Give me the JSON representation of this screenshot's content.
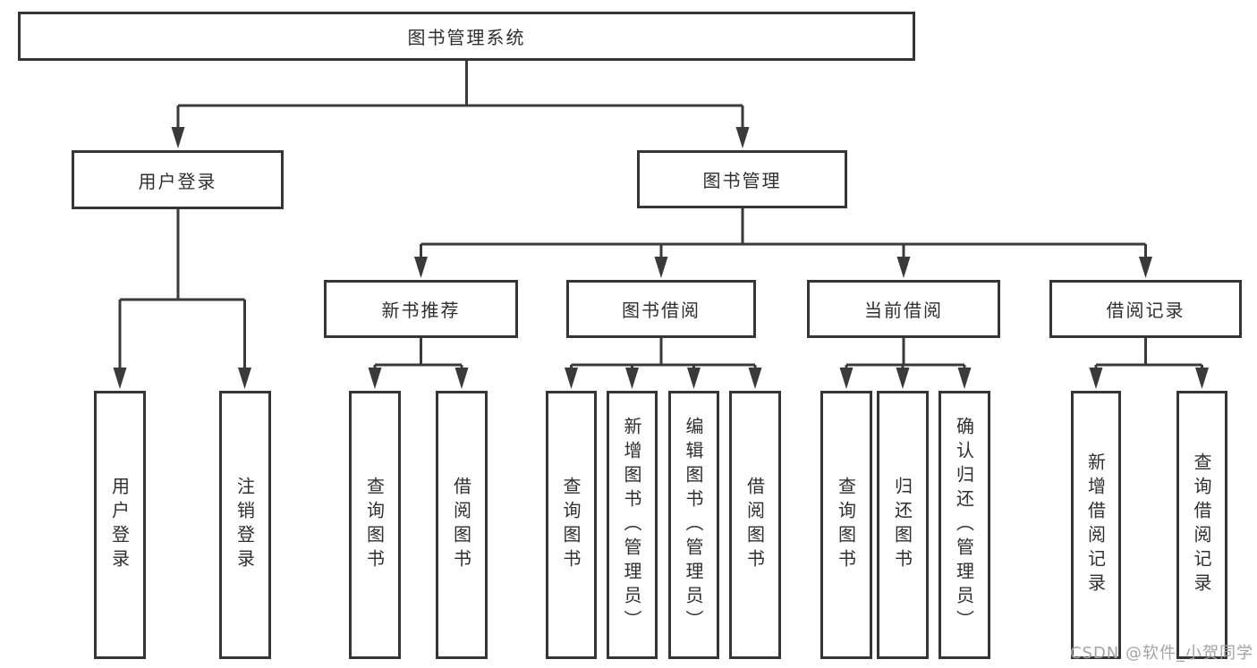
{
  "colors": {
    "line": "#3a3a3a",
    "box_border": "#353535",
    "box_fill": "#ffffff",
    "text": "#2f2f2f",
    "watermark_text": "#a3a3a3"
  },
  "diagram": {
    "root": "图书管理系统",
    "level2": {
      "user_login": "用户登录",
      "book_management": "图书管理"
    },
    "level3": {
      "new_book_recommend": "新书推荐",
      "book_borrowing": "图书借阅",
      "current_borrowing": "当前借阅",
      "borrowing_records": "借阅记录"
    },
    "leaves": {
      "user_login": "用户登录",
      "logout_login": "注销登录",
      "query_books_recommend": "查询图书",
      "borrow_books_recommend": "借阅图书",
      "query_books_borrowing": "查询图书",
      "add_books_admin": "新增图书（管理员）",
      "edit_books_admin": "编辑图书（管理员）",
      "borrow_books_borrowing": "借阅图书",
      "query_books_current": "查询图书",
      "return_books": "归还图书",
      "confirm_return_admin": "确认归还（管理员）",
      "add_borrow_record": "新增借阅记录",
      "query_borrow_record": "查询借阅记录"
    }
  },
  "watermark": "CSDN @软件_小贺同学"
}
